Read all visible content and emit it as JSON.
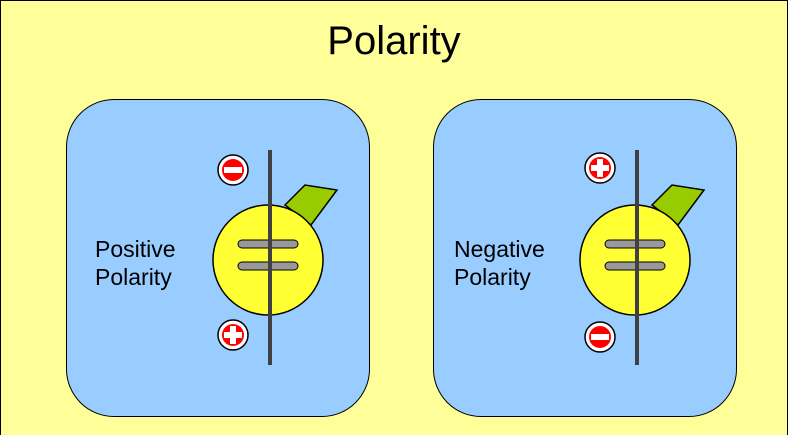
{
  "title": "Polarity",
  "panels": [
    {
      "label_lines": [
        "Positive",
        "Polarity"
      ],
      "top_sign": "minus",
      "bottom_sign": "plus"
    },
    {
      "label_lines": [
        "Negative",
        "Polarity"
      ],
      "top_sign": "plus",
      "bottom_sign": "minus"
    }
  ],
  "colors": {
    "background": "#ffff99",
    "panel": "#99ccff",
    "electrode_body": "#ffff33",
    "arm": "#99cc00",
    "rod": "#404040",
    "plate": "#999999",
    "sign": "#ff0000"
  },
  "icons": [
    "minus-sign-icon",
    "plus-sign-icon",
    "electrode-holder-icon"
  ]
}
